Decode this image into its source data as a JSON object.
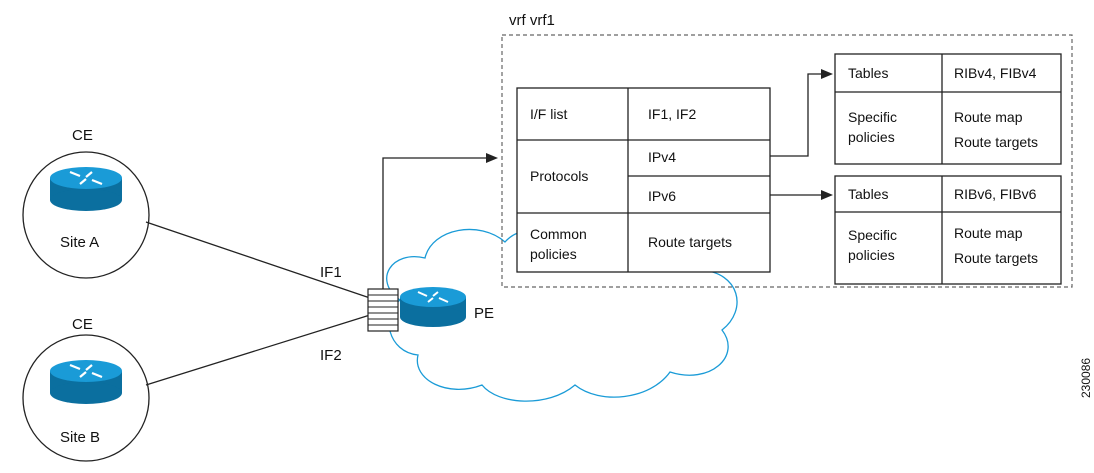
{
  "vrf": {
    "title": "vrf vrf1",
    "table": {
      "iflist_label": "I/F list",
      "iflist_value": "IF1, IF2",
      "protocols_label": "Protocols",
      "ipv4": "IPv4",
      "ipv6": "IPv6",
      "common_label_1": "Common",
      "common_label_2": "policies",
      "common_value": "Route targets"
    },
    "ipv4_tables": {
      "tables_label": "Tables",
      "tables_value": "RIBv4, FIBv4",
      "policies_label_1": "Specific",
      "policies_label_2": "policies",
      "policies_value_1": "Route map",
      "policies_value_2": "Route targets"
    },
    "ipv6_tables": {
      "tables_label": "Tables",
      "tables_value": "RIBv6, FIBv6",
      "policies_label_1": "Specific",
      "policies_label_2": "policies",
      "policies_value_1": "Route map",
      "policies_value_2": "Route targets"
    }
  },
  "sites": {
    "a": {
      "role": "CE",
      "name": "Site A"
    },
    "b": {
      "role": "CE",
      "name": "Site B"
    }
  },
  "interfaces": {
    "if1": "IF1",
    "if2": "IF2"
  },
  "pe_label": "PE",
  "figure_id": "230086",
  "colors": {
    "router": "#1a9bd7",
    "router_dark": "#0b6f9f",
    "dashed_border": "#666666"
  }
}
